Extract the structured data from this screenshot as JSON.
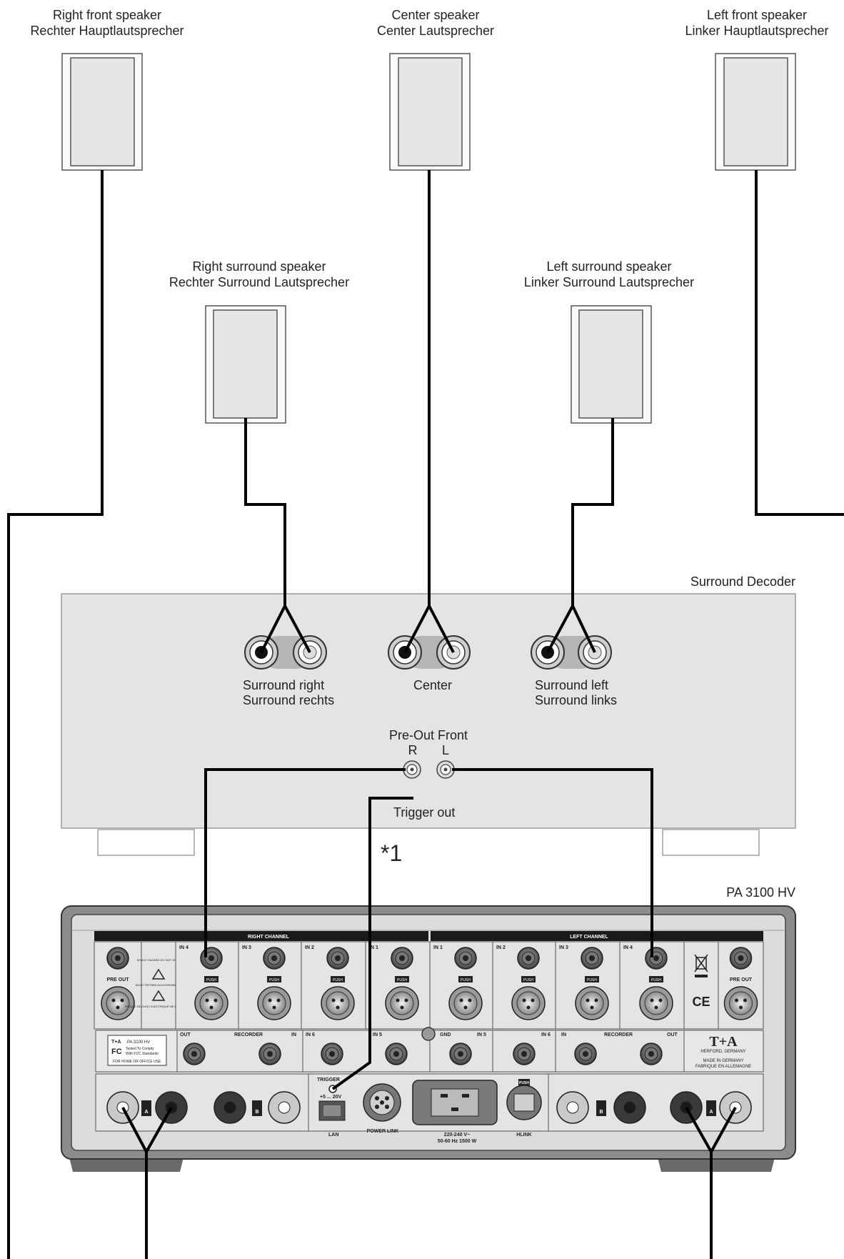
{
  "speakers": {
    "right_front": {
      "line1": "Right front speaker",
      "line2": "Rechter Hauptlautsprecher"
    },
    "center": {
      "line1": "Center speaker",
      "line2": "Center Lautsprecher"
    },
    "left_front": {
      "line1": "Left front speaker",
      "line2": "Linker Hauptlautsprecher"
    },
    "right_surround": {
      "line1": "Right surround speaker",
      "line2": "Rechter Surround Lautsprecher"
    },
    "left_surround": {
      "line1": "Left surround speaker",
      "line2": "Linker Surround Lautsprecher"
    }
  },
  "decoder": {
    "title": "Surround Decoder",
    "surround_right": {
      "line1": "Surround right",
      "line2": "Surround rechts"
    },
    "center": "Center",
    "surround_left": {
      "line1": "Surround left",
      "line2": "Surround links"
    },
    "preout_front": "Pre-Out Front",
    "r": "R",
    "l": "L",
    "trigger_out": "Trigger out"
  },
  "footnote": "*1",
  "amplifier": {
    "model": "PA 3100 HV",
    "right_channel": "RIGHT CHANNEL",
    "left_channel": "LEFT CHANNEL",
    "pre_out": "PRE OUT",
    "in4": "IN 4",
    "in3": "IN 3",
    "in2": "IN 2",
    "in1": "IN 1",
    "in5": "IN 5",
    "in6": "IN 6",
    "out": "OUT",
    "in": "IN",
    "recorder": "RECORDER",
    "gnd": "GND",
    "push": "PUSH",
    "trigger": "TRIGGER",
    "trigger_volt": "+5 ... 20V",
    "lan": "LAN",
    "power_link": "POWER LINK",
    "hlink": "HLINK",
    "mains": "220-240 V~",
    "mains2": "50-60 Hz  1500 W",
    "brand": "T+A",
    "herford": "HERFORD, GERMANY",
    "made_in": "MADE IN GERMANY",
    "fabrique": "FABRIQUE EN ALLEMAGNE",
    "ce": "CE",
    "fc": "FC",
    "label_model": "PA 3100 HV",
    "fcc1": "Tested To Comply",
    "fcc2": "With FCC Standards",
    "fcc3": "FOR HOME OR OFFICE USE",
    "shock": "SHOCK HAZARD DO NOT OPEN",
    "nicht": "NICHT ÖFFNEN HOCHSPANNUNG",
    "risque": "RISQUE DE CHOC ELECTRIQUE NE PAS OUVRIR",
    "term_a": "A",
    "term_b": "B",
    "plus": "+",
    "minus": "–"
  }
}
